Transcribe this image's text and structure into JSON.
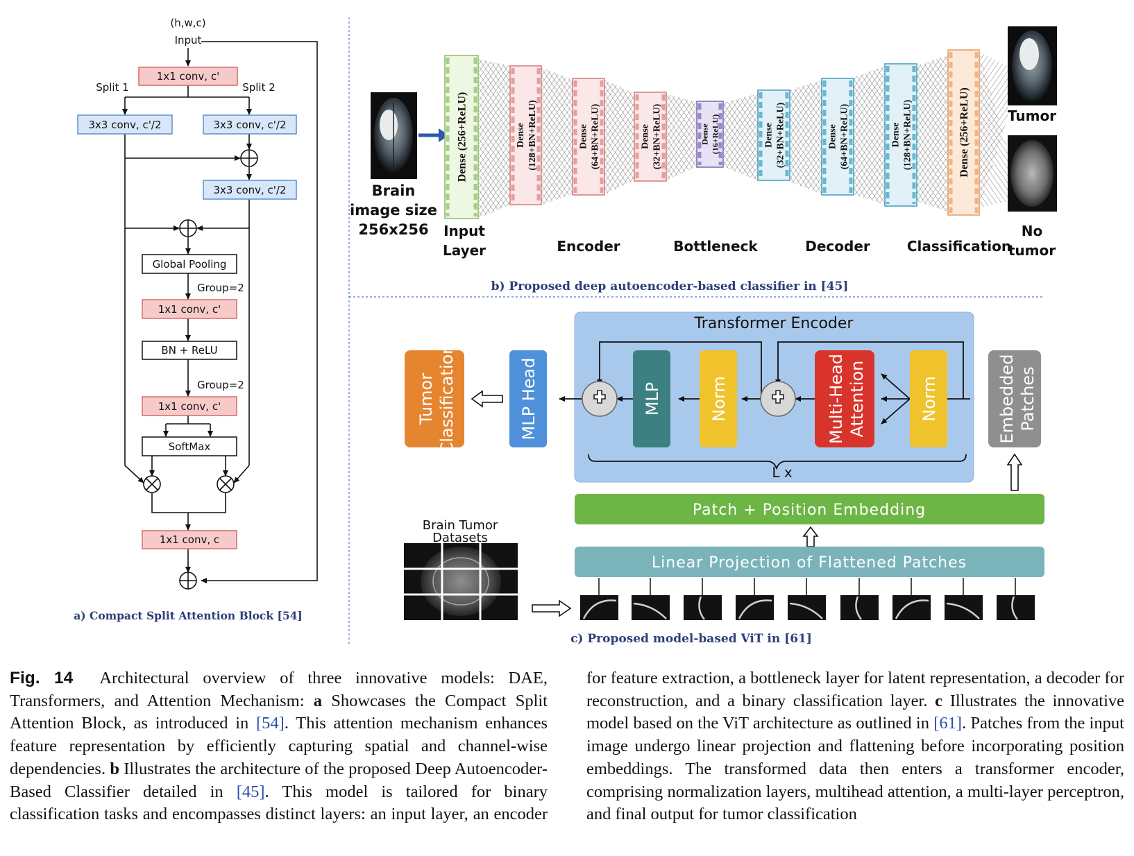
{
  "panel_a": {
    "input_dims": "(h,w,c)",
    "input_label": "Input",
    "conv_top": "1x1 conv, c'",
    "split1": "Split 1",
    "split2": "Split 2",
    "conv_left": "3x3 conv, c'/2",
    "conv_right": "3x3 conv, c'/2",
    "conv_right2": "3x3 conv, c'/2",
    "global_pooling": "Global Pooling",
    "group1": "Group=2",
    "conv_mid1": "1x1 conv, c'",
    "bn_relu": "BN + ReLU",
    "group2": "Group=2",
    "conv_mid2": "1x1 conv, c'",
    "softmax": "SoftMax",
    "conv_out": "1x1 conv, c",
    "caption": "a) Compact Split Attention Block [54]"
  },
  "panel_b": {
    "brain_label": [
      "Brain",
      "image size",
      "256x256"
    ],
    "layers": [
      {
        "lines": [
          "Dense (256+ReLU)"
        ],
        "stage": "Input Layer"
      },
      {
        "lines": [
          "Dense",
          "(128+BN+ReLU)"
        ]
      },
      {
        "lines": [
          "Dense",
          "(64+BN+ReLU)"
        ]
      },
      {
        "lines": [
          "Dense",
          "(32+BN+ReLU)"
        ]
      },
      {
        "lines": [
          "Dense",
          "(16+ReLU)"
        ]
      },
      {
        "lines": [
          "Dense",
          "(32+BN+ReLU)"
        ]
      },
      {
        "lines": [
          "Dense",
          "(64+BN+ReLU)"
        ]
      },
      {
        "lines": [
          "Dense",
          "(128+BN+ReLU)"
        ]
      },
      {
        "lines": [
          "Dense (256+ReLU)"
        ]
      }
    ],
    "stage_labels": {
      "input": [
        "Input",
        "Layer"
      ],
      "encoder": "Encoder",
      "bottleneck": "Bottleneck",
      "decoder": "Decoder",
      "classification": "Classification"
    },
    "outputs": {
      "tumor": "Tumor",
      "no_tumor": [
        "No",
        "tumor"
      ]
    },
    "caption": "b) Proposed deep autoencoder-based classifier in [45]"
  },
  "panel_c": {
    "transformer_title": "Transformer Encoder",
    "mlp": "MLP",
    "norm1": "Norm",
    "mha": [
      "Multi-Head",
      "Attention"
    ],
    "norm2": "Norm",
    "embedded": [
      "Embedded",
      "Patches"
    ],
    "lx": "L x",
    "mlp_head": "MLP Head",
    "tumor_class": [
      "Tumor",
      "Classification"
    ],
    "patch_pos": "Patch + Position Embedding",
    "linear_proj": "Linear Projection of Flattened Patches",
    "datasets": [
      "Brain Tumor",
      "Datasets"
    ],
    "caption": "c) Proposed model-based ViT in [61]"
  },
  "caption": {
    "fig_label": "Fig. 14",
    "p1": "Architectural overview of three innovative models: DAE, Transformers, and Attention Mechanism: ",
    "a": "a",
    "p2": " Showcases the Compact Split Attention Block, as introduced in ",
    "ref1": "[54]",
    "p3": ". This attention mechanism enhances feature representation by efficiently capturing spatial and channel-wise dependencies. ",
    "b": "b",
    "p4": " Illustrates the architecture of the proposed Deep Autoencoder-Based Classifier detailed in ",
    "ref2": "[45]",
    "p5": ". This model is tailored for binary classification tasks and encompasses distinct layers: an input layer, an encoder for feature extraction, a bottleneck layer for latent representation, a decoder for reconstruction, and a binary classification layer. ",
    "c": "c",
    "p6": " Illustrates the innovative model based on the ViT architecture as outlined in ",
    "ref3": "[61]",
    "p7": ". Patches from the input image undergo linear projection and flattening before incorporating position embeddings. The transformed data then enters a transformer encoder, comprising normalization layers, multihead attention, a multi-layer perceptron, and final output for tumor classification"
  },
  "colors": {
    "pink_fill": "#f7caca",
    "pink_stroke": "#d36a6a",
    "blue_fill": "#d7e6f8",
    "blue_stroke": "#5b8fd0",
    "encoder_bg": "#a9c9ec",
    "mlp": "#3c8082",
    "norm": "#f0c22c",
    "mha": "#d9342b",
    "embedded": "#8f8f8f",
    "mlp_head": "#4e90da",
    "tumor_class": "#e5852f",
    "patch_pos": "#6db545",
    "linear_proj": "#7bb3bb"
  }
}
